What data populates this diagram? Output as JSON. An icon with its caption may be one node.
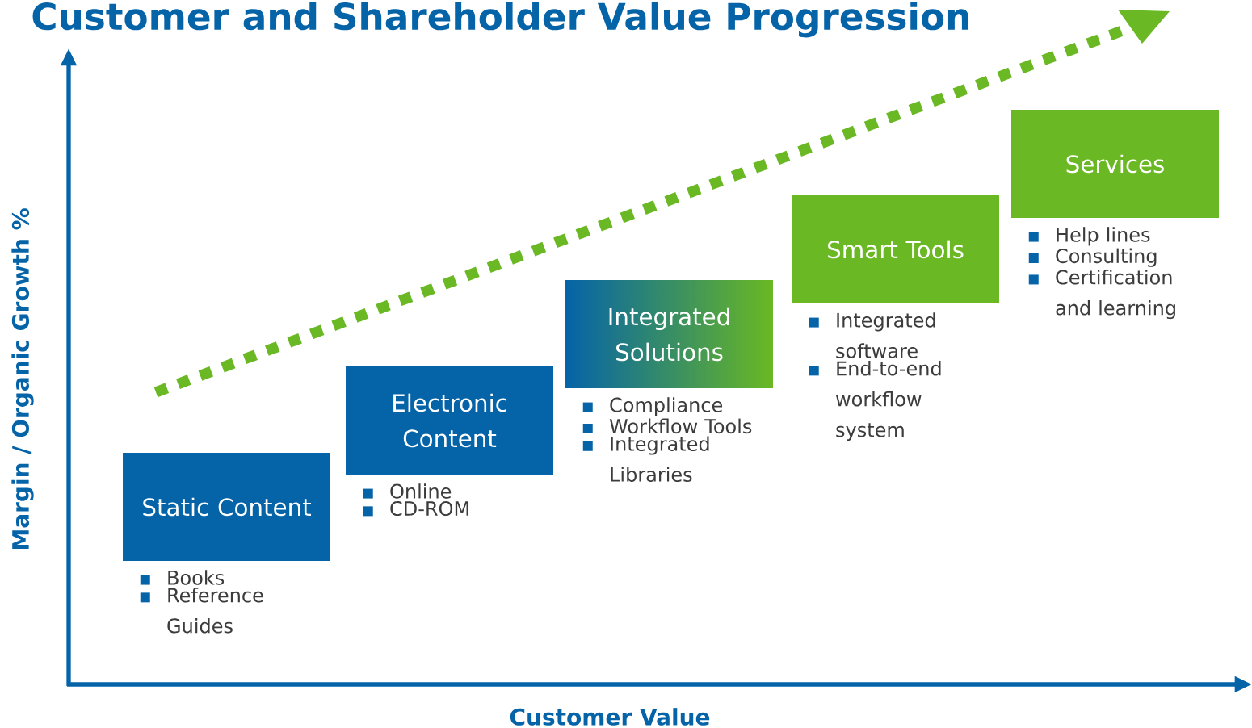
{
  "diagram": {
    "title": "Customer and Shareholder Value Progression",
    "nodes": [
      {
        "text": [
          "Static Content"
        ],
        "beside": [
          "Books",
          "Reference Guides"
        ]
      },
      {
        "text": [
          "Electronic Content"
        ],
        "beside": [
          "Online",
          "CD-ROM"
        ]
      },
      {
        "text": [
          "Integrated Solutions"
        ],
        "beside": [
          "Compliance",
          "Workflow Tools",
          "Integrated Libraries"
        ]
      },
      {
        "text": [
          "Smart Tools"
        ],
        "beside": [
          "Integrated software",
          "End-to-end workflow system"
        ]
      },
      {
        "text": [
          "Services"
        ],
        "beside": [
          "Help lines",
          "Consulting",
          "Certification and learning"
        ]
      }
    ],
    "labels": [
      "Margin / Organic Growth %",
      "Customer Value"
    ]
  }
}
